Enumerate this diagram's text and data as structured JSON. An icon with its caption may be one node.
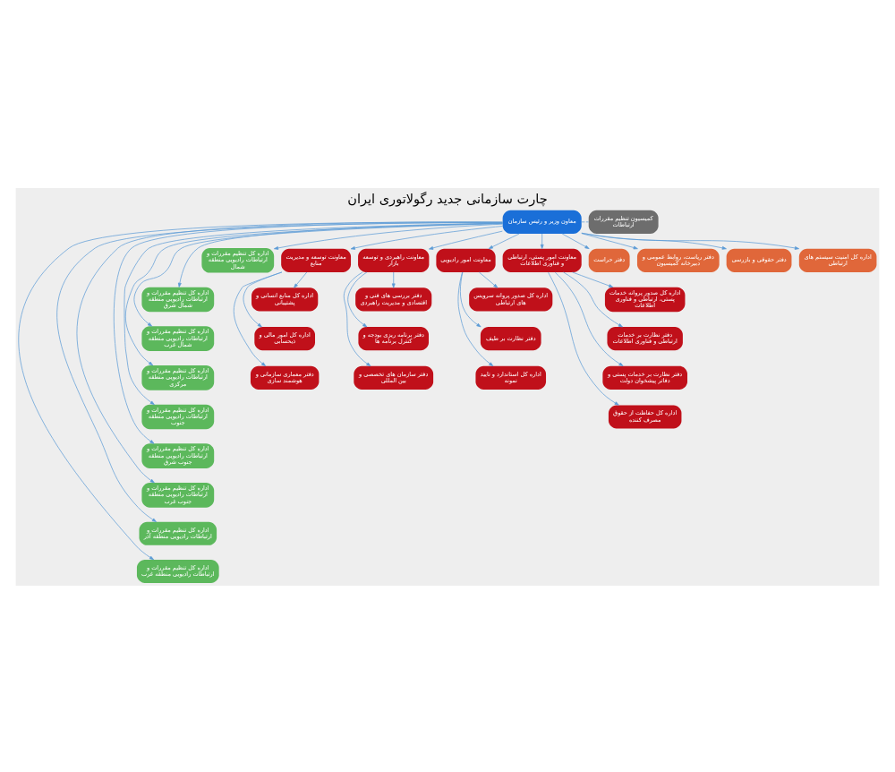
{
  "diagram": {
    "title": "چارت سازمانی جدید رگولاتوری ایران",
    "nodes": [
      {
        "text": [
          "معاون وزیر و رئیس سازمان"
        ]
      },
      {
        "text": [
          "کمیسیون تنظیم مقررات ارتباطات"
        ]
      },
      {
        "text": [
          "اداره کل امنیت سیستم های ارتباطی"
        ]
      },
      {
        "text": [
          "دفتر حقوقی و بازرسی"
        ]
      },
      {
        "text": [
          "دفتر ریاست، روابط عمومی و دبیرخانه کمیسیون"
        ]
      },
      {
        "text": [
          "دفتر حراست"
        ]
      },
      {
        "text": [
          "معاونت امور پستی، ارتباطی و فناوری اطلاعات"
        ]
      },
      {
        "text": [
          "اداره کل صدور پروانه خدمات پستی، ارتباطی و فناوری اطلاعات"
        ]
      },
      {
        "text": [
          "دفتر نظارت بر خدمات ارتباطی و فناوری اطلاعات"
        ]
      },
      {
        "text": [
          "دفتر نظارت بر خدمات پستی و دفاتر پیشخوان دولت"
        ]
      },
      {
        "text": [
          "اداره کل حفاظت از حقوق مصرف کننده"
        ]
      },
      {
        "text": [
          "معاونت امور رادیویی"
        ]
      },
      {
        "text": [
          "اداره کل صدور پروانه سرویس های ارتباطی"
        ]
      },
      {
        "text": [
          "دفتر نظارت بر طیف"
        ]
      },
      {
        "text": [
          "اداره کل استاندارد و تایید نمونه"
        ]
      },
      {
        "text": [
          "معاونت راهبردی و توسعه بازار"
        ]
      },
      {
        "text": [
          "دفتر بررسی های فنی و اقتصادی و مدیریت راهبردی"
        ]
      },
      {
        "text": [
          "دفتر برنامه ریزی بودجه و کنترل برنامه ها"
        ]
      },
      {
        "text": [
          "دفتر سازمان های تخصصی و بین المللی"
        ]
      },
      {
        "text": [
          "معاونت توسعه و مدیریت منابع"
        ]
      },
      {
        "text": [
          "اداره کل منابع انسانی و پشتیبانی"
        ]
      },
      {
        "text": [
          "اداره کل امور مالی و ذیحسابی"
        ]
      },
      {
        "text": [
          "دفتر معماری سازمانی و هوشمند سازی"
        ]
      },
      {
        "text": [
          "اداره کل تنظیم مقررات و ارتباطات رادیویی منطقه شمال"
        ]
      },
      {
        "text": [
          "اداره کل تنظیم مقررات و ارتباطات رادیویی منطقه شمال شرق"
        ]
      },
      {
        "text": [
          "اداره کل تنظیم مقررات و ارتباطات رادیویی منطقه شمال غرب"
        ]
      },
      {
        "text": [
          "اداره کل تنظیم مقررات و ارتباطات رادیویی منطقه مرکزی"
        ]
      },
      {
        "text": [
          "اداره کل تنظیم مقررات و ارتباطات رادیویی منطقه جنوب"
        ]
      },
      {
        "text": [
          "اداره کل تنظیم مقررات و ارتباطات رادیویی منطقه جنوب شرق"
        ]
      },
      {
        "text": [
          "اداره کل تنظیم مقررات و ارتباطات رادیویی منطقه جنوب غرب"
        ]
      },
      {
        "text": [
          "اداره کل تنظیم مقررات و ارتباطات رادیویی منطقه آذر"
        ]
      },
      {
        "text": [
          "اداره کل تنظیم مقررات و ارتباطات رادیویی منطقه غرب"
        ]
      }
    ],
    "edges": [
      {
        "from": 0,
        "to": 1,
        "arrow": "none",
        "style": "dashed"
      },
      {
        "from": 0,
        "to": 2,
        "arrow": "to"
      },
      {
        "from": 0,
        "to": 3,
        "arrow": "to"
      },
      {
        "from": 0,
        "to": 4,
        "arrow": "to"
      },
      {
        "from": 0,
        "to": 5,
        "arrow": "to"
      },
      {
        "from": 0,
        "to": 6,
        "arrow": "to"
      },
      {
        "from": 0,
        "to": 11,
        "arrow": "to"
      },
      {
        "from": 0,
        "to": 15,
        "arrow": "to"
      },
      {
        "from": 0,
        "to": 19,
        "arrow": "to"
      },
      {
        "from": 6,
        "to": 7,
        "arrow": "to"
      },
      {
        "from": 6,
        "to": 8,
        "arrow": "to"
      },
      {
        "from": 6,
        "to": 9,
        "arrow": "to"
      },
      {
        "from": 6,
        "to": 10,
        "arrow": "to"
      },
      {
        "from": 11,
        "to": 12,
        "arrow": "to"
      },
      {
        "from": 11,
        "to": 13,
        "arrow": "to"
      },
      {
        "from": 11,
        "to": 14,
        "arrow": "to"
      },
      {
        "from": 15,
        "to": 16,
        "arrow": "to"
      },
      {
        "from": 15,
        "to": 17,
        "arrow": "to"
      },
      {
        "from": 15,
        "to": 18,
        "arrow": "to"
      },
      {
        "from": 19,
        "to": 20,
        "arrow": "to"
      },
      {
        "from": 19,
        "to": 21,
        "arrow": "to"
      },
      {
        "from": 19,
        "to": 22,
        "arrow": "to"
      },
      {
        "from": 0,
        "to": 23,
        "arrow": "to"
      },
      {
        "from": 0,
        "to": 24,
        "arrow": "to"
      },
      {
        "from": 0,
        "to": 25,
        "arrow": "to"
      },
      {
        "from": 0,
        "to": 26,
        "arrow": "to"
      },
      {
        "from": 0,
        "to": 27,
        "arrow": "to"
      },
      {
        "from": 0,
        "to": 28,
        "arrow": "to"
      },
      {
        "from": 0,
        "to": 29,
        "arrow": "to"
      },
      {
        "from": 0,
        "to": 30,
        "arrow": "to"
      },
      {
        "from": 0,
        "to": 31,
        "arrow": "to"
      }
    ]
  }
}
